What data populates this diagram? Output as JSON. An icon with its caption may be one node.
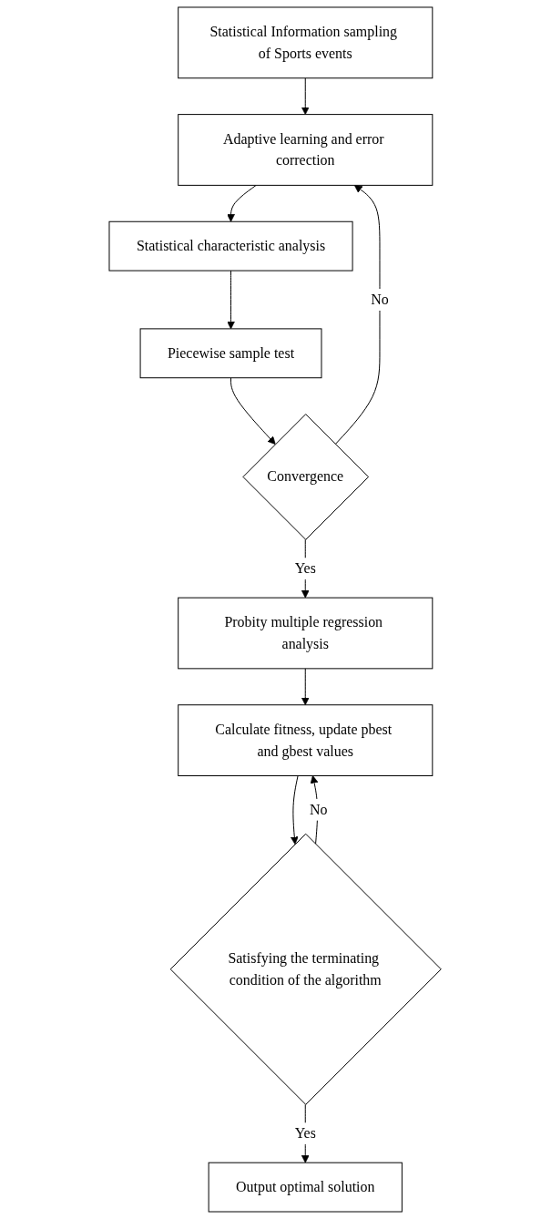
{
  "diagram": {
    "nodes": [
      {
        "text": [
          "Statistical Information sampling of Sports events"
        ]
      },
      {
        "text": [
          "Adaptive learning and error correction"
        ]
      },
      {
        "text": [
          "Statistical characteristic analysis"
        ]
      },
      {
        "text": [
          "Piecewise sample test"
        ]
      },
      {
        "text": [
          "Convergence"
        ]
      },
      {
        "text": [
          "Probity multiple regression analysis"
        ]
      },
      {
        "text": [
          "Calculate fitness, update pbest and gbest values"
        ]
      },
      {
        "text": [
          "Satisfying the terminating condition of the algorithm"
        ]
      },
      {
        "text": [
          "Output optimal solution"
        ]
      }
    ],
    "edges": [
      {
        "from": 0,
        "to": 1,
        "arrow": "to"
      },
      {
        "from": 1,
        "to": 2,
        "arrow": "to"
      },
      {
        "from": 2,
        "to": 3,
        "arrow": "to"
      },
      {
        "from": 3,
        "to": 4,
        "arrow": "to"
      },
      {
        "from": 4,
        "to": 1,
        "arrow": "to",
        "label": "No"
      },
      {
        "from": 4,
        "to": 5,
        "arrow": "to",
        "label": "Yes"
      },
      {
        "from": 5,
        "to": 6,
        "arrow": "to"
      },
      {
        "from": 6,
        "to": 7,
        "arrow": "to"
      },
      {
        "from": 7,
        "to": 6,
        "arrow": "to",
        "label": "No"
      },
      {
        "from": 7,
        "to": 8,
        "arrow": "to",
        "label": "Yes"
      }
    ]
  }
}
